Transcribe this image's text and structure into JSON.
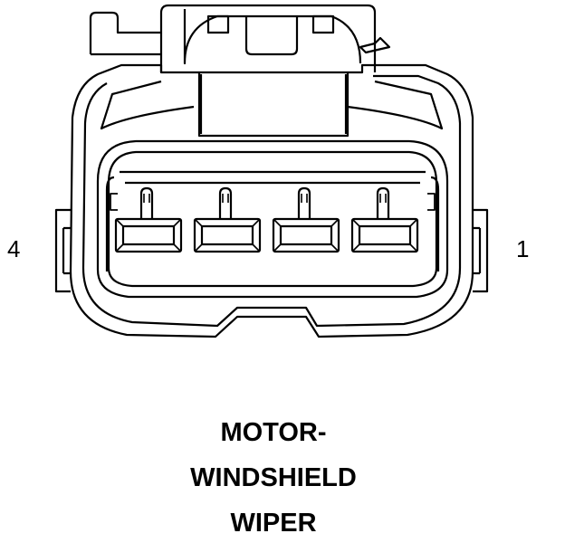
{
  "pins": {
    "left": "4",
    "right": "1"
  },
  "caption": {
    "line1": "MOTOR-",
    "line2": "WINDSHIELD",
    "line3": "WIPER"
  },
  "terminal_count": 4,
  "colors": {
    "line": "#000000",
    "background": "#ffffff"
  }
}
